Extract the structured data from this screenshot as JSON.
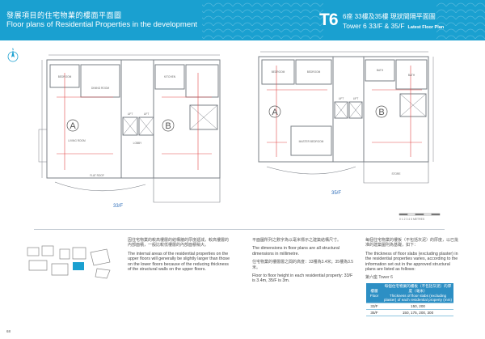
{
  "header": {
    "title_zh": "發展項目的住宅物業的樓面平面圖",
    "title_en": "Floor plans of Residential Properties in the development",
    "tower_code": "T6",
    "tower_zh": "6座  33樓及35樓  現狀間隔平面圖",
    "tower_en": "Tower 6  33/F & 35/F",
    "tower_en_note": "Latest Floor Plan"
  },
  "compass": {
    "label": "N"
  },
  "plans": {
    "left": {
      "floor": "33/F",
      "flat_a": "A",
      "flat_b": "B",
      "rooms": [
        "DINING ROOM",
        "LIVING ROOM",
        "BEDROOM",
        "KITCHEN",
        "LIFT",
        "LIFT",
        "LOBBY",
        "FLAT ROOF"
      ]
    },
    "right": {
      "floor": "35/F",
      "flat_a": "A",
      "flat_b": "B",
      "rooms": [
        "BEDROOM",
        "BEDROOM",
        "MASTER BEDROOM",
        "LIFT",
        "LIFT",
        "BATH",
        "BATH",
        "STORE"
      ]
    }
  },
  "scale_label": "0  1  2  3  4  5 METRES",
  "notes": {
    "n1_zh": "因住宅物業的較高樓層的結構牆的厚度遞減，較高樓層的內部面積，一般比較低樓層的內部面積稍大。",
    "n1_en": "The internal areas of the residential properties on the upper floors will generally be slightly larger than those on the lower floors because of the reducing thickness of the structural walls on the upper floors.",
    "n2a_zh": "平面圖所列之數字為以毫米標示之建築結構尺寸。",
    "n2a_en": "The dimensions in floor plans are all structural dimensions in millimetre.",
    "n2b_zh": "住宅物業的樓層層之間的高度：33樓為3.4米；35樓為3.5米。",
    "n2b_en": "Floor to floor height in each residential property: 33/F is 3.4m, 35/F is 3m.",
    "n3_zh": "每個住宅物業的樓板（不包括灰泥）的厚度，以已批准的建築圖則為基礎，如下：",
    "n3_en": "The thickness of floor slabs (excluding plaster) in the residential properties varies, according to the information set out in the approved structural plans are listed as follows:",
    "table_caption": "第六座  Tower 6"
  },
  "slab_table": {
    "header_floor_zh": "樓層",
    "header_floor_en": "Floor",
    "header_thickness_zh": "每個住宅物業的樓板（不包括灰泥）的厚度（毫米）",
    "header_thickness_en": "Thickness of floor slabs (excluding plaster) of each residential property (mm)",
    "rows": [
      {
        "floor": "33/F",
        "thickness": "150, 200"
      },
      {
        "floor": "35/F",
        "thickness": "150, 175, 200, 300"
      }
    ]
  },
  "page_number": "68",
  "colors": {
    "header": "#1aa0d0",
    "accent": "#2d8fc4",
    "plan_line": "#7a7f86",
    "plan_red": "#e24a4a"
  }
}
